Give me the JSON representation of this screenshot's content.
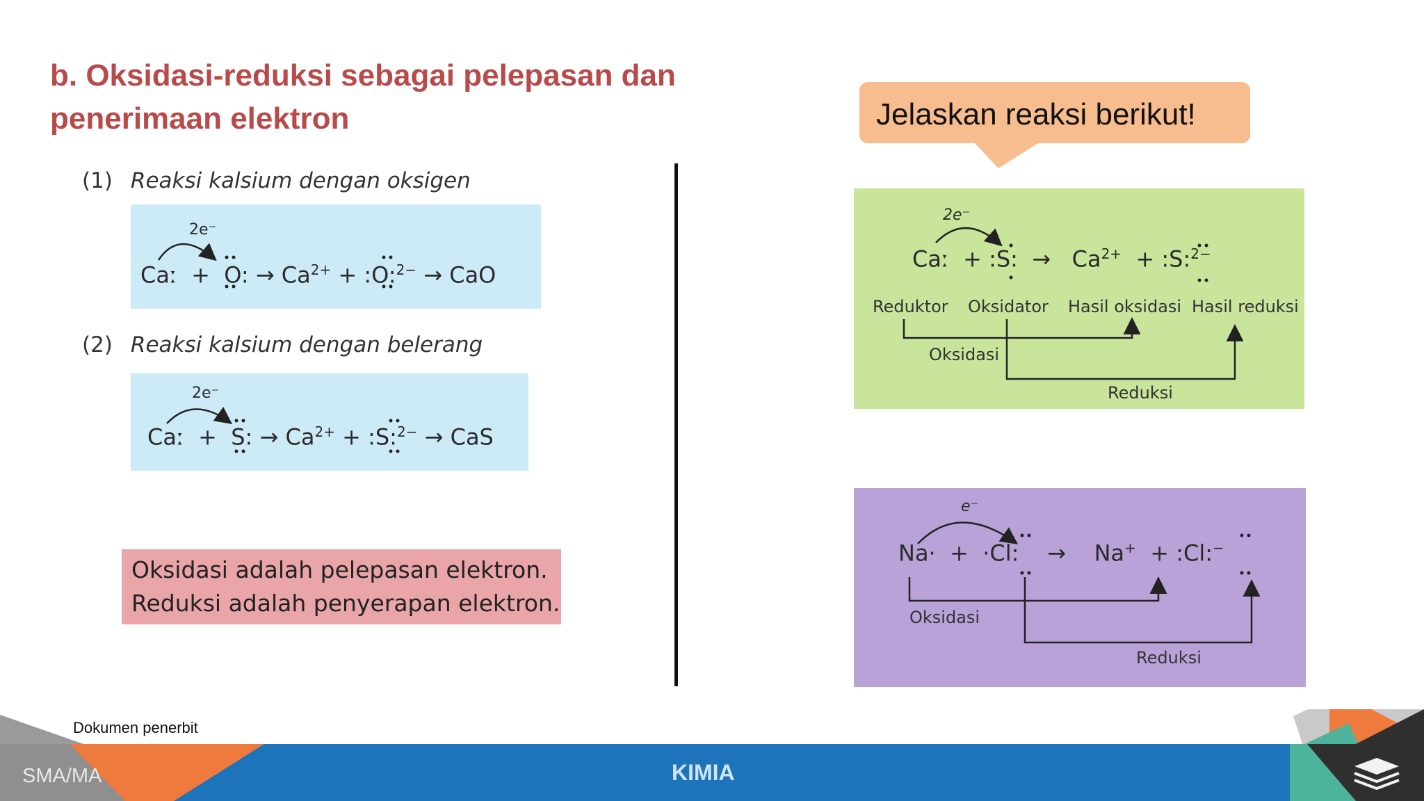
{
  "title": {
    "line1": "b.  Oksidasi-reduksi sebagai pelepasan dan",
    "line2": "penerimaan elektron"
  },
  "reactions": [
    {
      "number": "(1)",
      "heading": "Reaksi kalsium dengan oksigen",
      "electrons": "2e⁻",
      "reactant1": "Caː",
      "plus": "+",
      "reactant2": "O",
      "arrow": "→",
      "ion1": "Ca",
      "ion1_charge": "2+",
      "ion2": "O",
      "ion2_charge": "2−",
      "product": "CaO"
    },
    {
      "number": "(2)",
      "heading": "Reaksi kalsium dengan belerang",
      "electrons": "2e⁻",
      "reactant1": "Caː",
      "plus": "+",
      "reactant2": "S",
      "arrow": "→",
      "ion1": "Ca",
      "ion1_charge": "2+",
      "ion2": "S",
      "ion2_charge": "2−",
      "product": "CaS"
    }
  ],
  "definition": {
    "line1": "Oksidasi adalah pelepasan elektron.",
    "line2": "Reduksi adalah penyerapan elektron."
  },
  "bubble": "Jelaskan reaksi berikut!",
  "green_diagram": {
    "electrons": "2e⁻",
    "reactant1": "Caː",
    "reactant2": "S",
    "ion1": "Ca",
    "ion1_charge": "2+",
    "ion2": "S",
    "ion2_charge": "2−",
    "labels": [
      "Reduktor",
      "Oksidator",
      "Hasil oksidasi",
      "Hasil reduksi"
    ],
    "oksidasi": "Oksidasi",
    "reduksi": "Reduksi"
  },
  "purple_diagram": {
    "electrons": "e⁻",
    "reactant1": "Na",
    "reactant2": "Cl",
    "ion1": "Na",
    "ion1_charge": "+",
    "ion2": "Cl",
    "ion2_charge": "−",
    "oksidasi": "Oksidasi",
    "reduksi": "Reduksi"
  },
  "source": "Dokumen penerbit",
  "footer": {
    "left": "SMA/MA",
    "center": "KIMIA"
  },
  "colors": {
    "title": "#b94a4a",
    "blue_box": "#cdebf7",
    "pink_box": "#e9a5a8",
    "bubble": "#f8bd8f",
    "green_box": "#c9e59c",
    "purple_box": "#b8a2d8",
    "footer_bar": "#1e74bb",
    "orange_accent": "#ef7a3e",
    "teal_accent": "#4db39a"
  }
}
